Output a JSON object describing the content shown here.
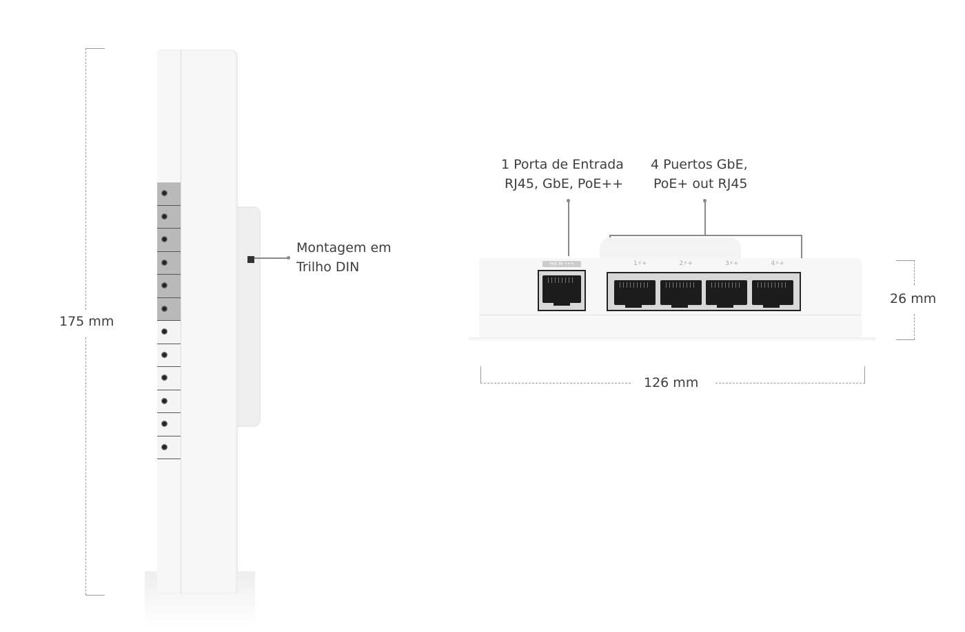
{
  "dimensions": {
    "height": "175 mm",
    "width": "126 mm",
    "depth": "26 mm"
  },
  "callouts": {
    "din_mount": [
      "Montagem em",
      "Trilho DIN"
    ],
    "poe_input": [
      "1 Porta de Entrada",
      "RJ45, GbE, PoE++"
    ],
    "poe_outputs": [
      "4 Puertos GbE,",
      "PoE+ out RJ45"
    ]
  },
  "device_labels": {
    "poe_in": "PoE IN ⚡++",
    "ports": [
      "1⚡+",
      "2⚡+",
      "3⚡+",
      "4⚡+"
    ]
  },
  "colors": {
    "device": "#f7f7f7",
    "text": "#3d3d3d",
    "dimension_line": "#999999"
  }
}
